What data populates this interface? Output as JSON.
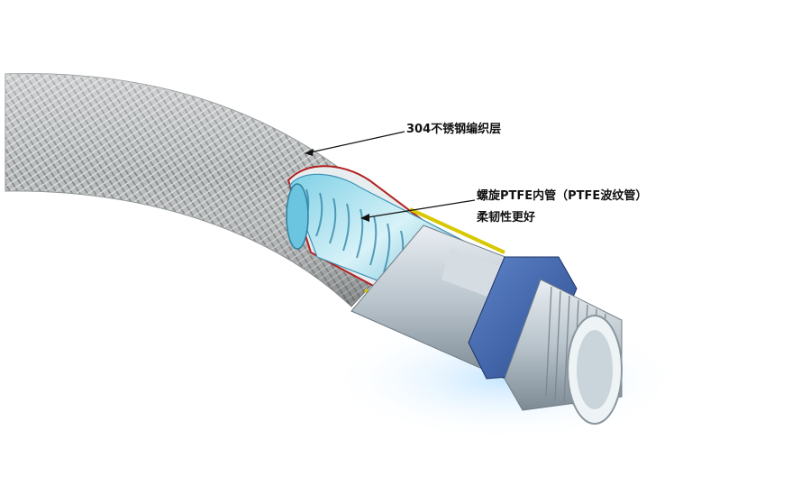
{
  "callouts": {
    "braid_layer": "304不锈钢编织层",
    "inner_tube": "螺旋PTFE内管（PTFE波纹管）",
    "flexibility": "柔韧性更好"
  }
}
